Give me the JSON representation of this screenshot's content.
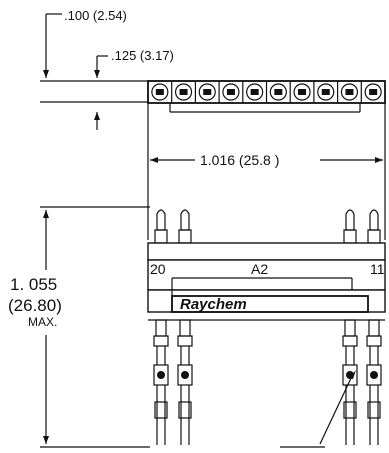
{
  "dimensions": {
    "pitch": ".100 (2.54)",
    "offset": ".125 (3.17)",
    "width": "1.016 (25.8 )",
    "height_line1": "1. 055",
    "height_line2": "(26.80)",
    "height_line3": "MAX."
  },
  "connector": {
    "pin_left": "20",
    "row_label": "A2",
    "pin_right": "11",
    "brand": "Raychem"
  },
  "colors": {
    "ink": "#111111",
    "paper": "#ffffff"
  }
}
